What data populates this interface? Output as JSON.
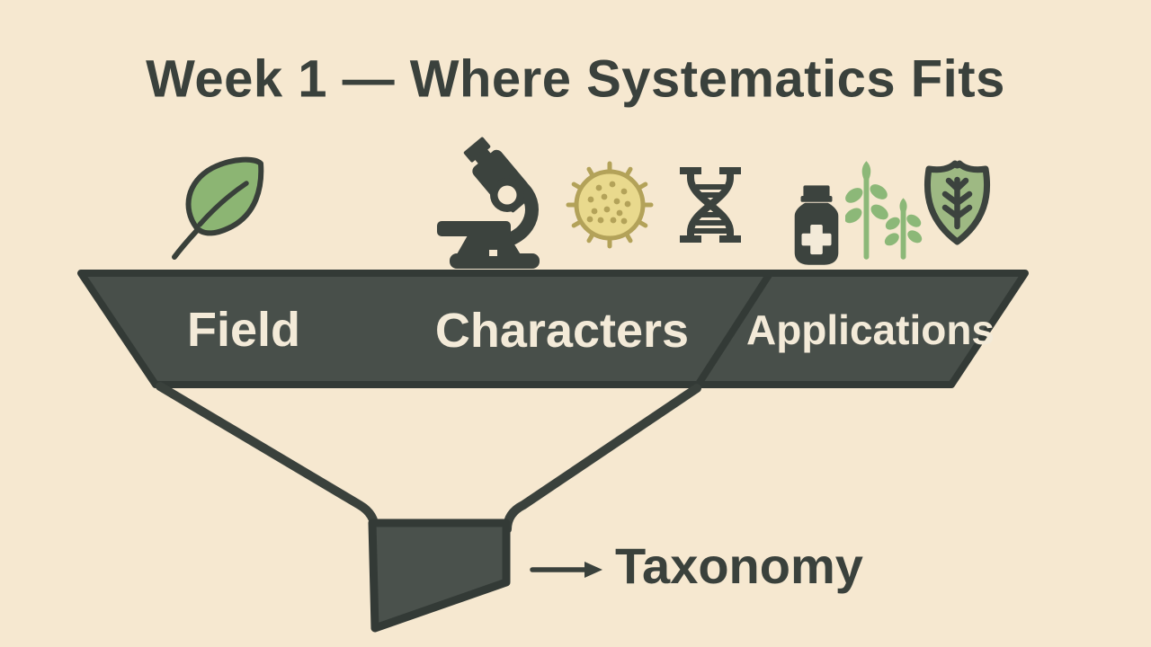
{
  "title": "Week 1 — Where Systematics Fits",
  "funnel": {
    "sections": [
      {
        "label": "Field",
        "icons": [
          "leaf"
        ]
      },
      {
        "label": "Characters",
        "icons": [
          "microscope",
          "cell",
          "dna"
        ]
      },
      {
        "label": "Applications",
        "icons": [
          "medicine-bottle",
          "plants",
          "shield"
        ]
      }
    ],
    "output_label": "Taxonomy"
  },
  "icons": [
    "leaf-icon",
    "microscope-icon",
    "cell-icon",
    "dna-icon",
    "medicine-bottle-icon",
    "plants-icon",
    "shield-icon",
    "right-arrow-icon"
  ],
  "colors": {
    "background": "#f6e8d0",
    "funnel_fill": "#484f4a",
    "funnel_stroke": "#333a36",
    "spout_fill": "#4a514c",
    "label_text": "#f3ead8",
    "dark_text": "#3a413c",
    "icon_dark": "#3c433e",
    "leaf_green": "#8cb573",
    "plant_green": "#8cb878",
    "shield_green": "#9eb983",
    "cell_yellow": "#e9d98d",
    "cell_outline": "#b3a259"
  }
}
